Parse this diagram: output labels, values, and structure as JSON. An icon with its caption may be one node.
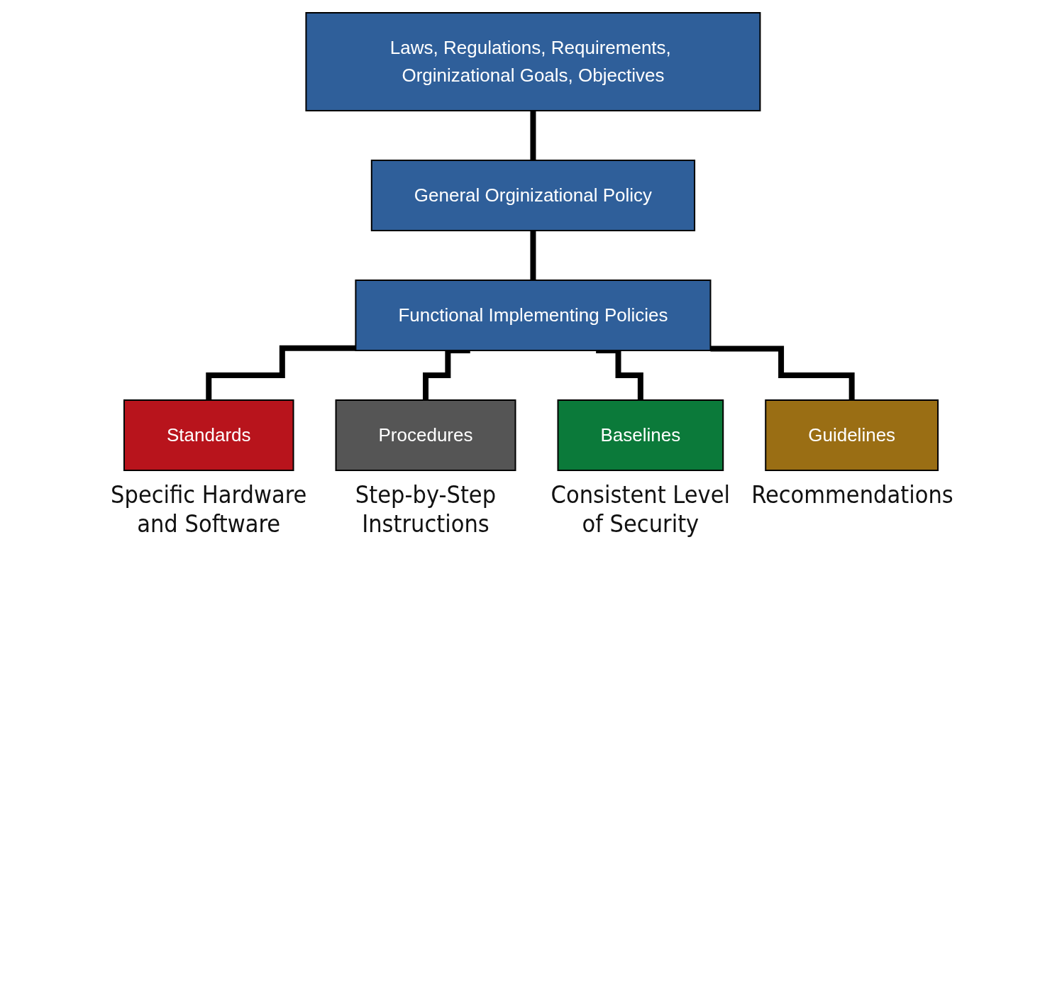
{
  "diagram": {
    "nodes": [
      {
        "text": [
          "Laws, Regulations, Requirements, Orginizational Goals, Objectives"
        ]
      },
      {
        "text": [
          "General Orginizational Policy"
        ]
      },
      {
        "text": [
          "Functional Implementing Policies"
        ]
      },
      {
        "text": [
          "Standards"
        ],
        "beside": [
          "Specific Hardware and Software"
        ]
      },
      {
        "text": [
          "Procedures"
        ],
        "beside": [
          "Step-by-Step Instructions"
        ]
      },
      {
        "text": [
          "Baselines"
        ],
        "beside": [
          "Consistent Level of Security"
        ]
      },
      {
        "text": [
          "Guidelines"
        ],
        "beside": [
          "Recommendations"
        ]
      }
    ],
    "edges": [
      {
        "from": 0,
        "to": 1,
        "arrow": "none"
      },
      {
        "from": 1,
        "to": 2,
        "arrow": "none"
      },
      {
        "from": 2,
        "to": 3,
        "arrow": "none"
      },
      {
        "from": 2,
        "to": 4,
        "arrow": "none"
      },
      {
        "from": 2,
        "to": 5,
        "arrow": "none"
      },
      {
        "from": 2,
        "to": 6,
        "arrow": "none"
      }
    ]
  }
}
